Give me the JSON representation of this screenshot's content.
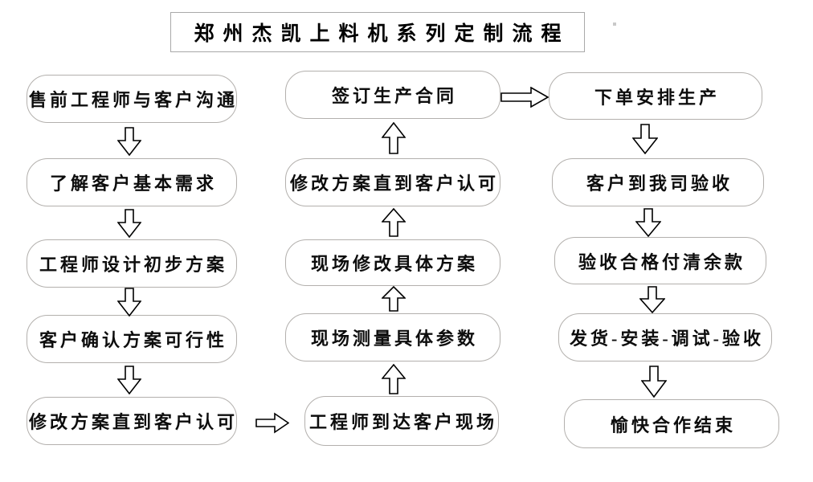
{
  "title": "郑州杰凯上料机系列定制流程",
  "flow": {
    "left_column": [
      {
        "label": "售前工程师与客户沟通"
      },
      {
        "label": "了解客户基本需求"
      },
      {
        "label": "工程师设计初步方案"
      },
      {
        "label": "客户确认方案可行性"
      },
      {
        "label": "修改方案直到客户认可"
      }
    ],
    "middle_column": [
      {
        "label": "签订生产合同"
      },
      {
        "label": "修改方案直到客户认可"
      },
      {
        "label": "现场修改具体方案"
      },
      {
        "label": "现场测量具体参数"
      },
      {
        "label": "工程师到达客户现场"
      }
    ],
    "right_column": [
      {
        "label": "下单安排生产"
      },
      {
        "label": "客户到我司验收"
      },
      {
        "label": "验收合格付清余款"
      },
      {
        "label": "发货-安装-调试-验收"
      },
      {
        "label": "愉快合作结束"
      }
    ]
  },
  "icons": {
    "down_arrow": "hollow-block-arrow-down",
    "up_arrow": "hollow-block-arrow-up",
    "right_arrow": "hollow-block-arrow-right"
  },
  "colors": {
    "background": "#ffffff",
    "node_border": "#b3b0ad",
    "title_border": "#a9a9a9",
    "text": "#000000",
    "arrow_fill": "#ffffff",
    "arrow_outline": "#000000"
  }
}
